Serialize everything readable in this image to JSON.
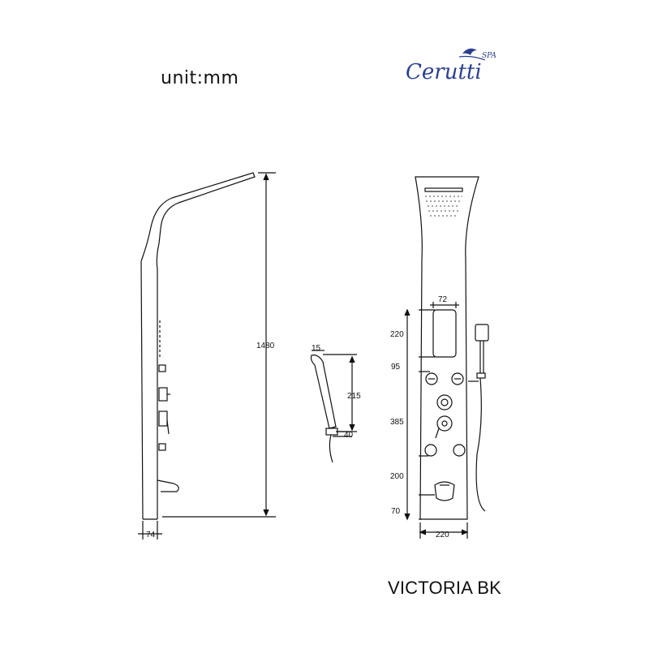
{
  "header": {
    "unit": "unit:mm"
  },
  "brand": {
    "name": "Cerutti",
    "sub": "SPA",
    "accent_color": "#2b3f8f"
  },
  "model": "VICTORIA BK",
  "dimensions": {
    "height": "1480",
    "depth": "74",
    "handshower_head": "15",
    "handshower_length": "215",
    "handshower_holder": "40",
    "jet_panel_width": "72",
    "jet_panel_height": "220",
    "gap_upper": "95",
    "controls_block": "385",
    "gap_lower": "200",
    "bottom": "70",
    "panel_width": "220"
  }
}
